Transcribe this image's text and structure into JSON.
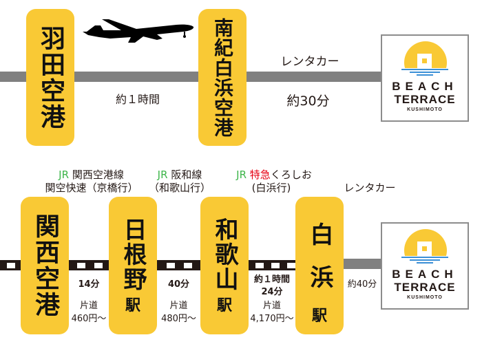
{
  "colors": {
    "station_fill": "#f9c935",
    "road_line": "#808080",
    "rail_line": "#231815",
    "jr_green": "#3db54a",
    "limited_express_red": "#e60012"
  },
  "air_route": {
    "origin": "羽田空港",
    "destination": "南紀白浜空港",
    "icon": "airplane-icon",
    "flight_time": "約１時間",
    "car_label": "レンタカー",
    "car_time": "約30分",
    "logo": {
      "line1": "BEACH",
      "line2": "TERRACE",
      "line3": "KUSHIMOTO"
    }
  },
  "rail_route": {
    "stations": [
      {
        "name": "関西空港",
        "suffix": ""
      },
      {
        "name": "日根野",
        "suffix": "駅"
      },
      {
        "name": "和歌山",
        "suffix": "駅"
      },
      {
        "name": "白浜",
        "suffix": "駅"
      }
    ],
    "lines": [
      {
        "jr": "JR",
        "name": "関西空港線",
        "sub": "関空快速（京橋行）",
        "time": "14分",
        "fare_label": "片道",
        "fare": "460円〜"
      },
      {
        "jr": "JR",
        "name": "阪和線",
        "sub": "（和歌山行）",
        "time": "40分",
        "fare_label": "片道",
        "fare": "480円〜"
      },
      {
        "jr": "JR",
        "express": "特急",
        "name": "くろしお",
        "sub": "(白浜行)",
        "time_line1": "約１時間",
        "time_line2": "24分",
        "fare_label": "片道",
        "fare": "4,170円〜"
      }
    ],
    "car_label": "レンタカー",
    "car_time": "約40分",
    "logo": {
      "line1": "BEACH",
      "line2": "TERRACE",
      "line3": "KUSHIMOTO"
    }
  }
}
